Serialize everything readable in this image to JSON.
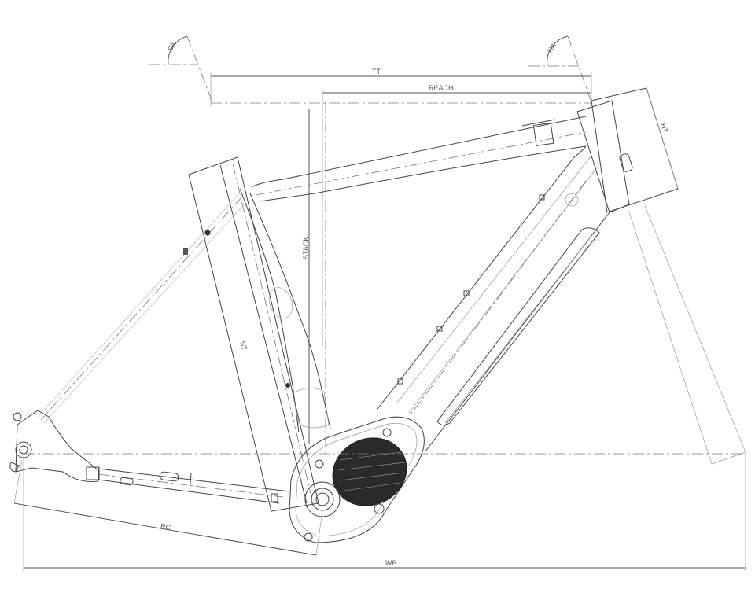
{
  "drawing": {
    "subject": "E-bike frame geometry drawing",
    "background": "#ffffff",
    "line_color": "#444444"
  },
  "dimensions": {
    "tt": "TT",
    "reach": "REACH",
    "stack": "STACK",
    "st": "ST",
    "ht": "HT",
    "sa": "SA",
    "ha": "HA",
    "rc": "RC",
    "wb": "WB"
  }
}
